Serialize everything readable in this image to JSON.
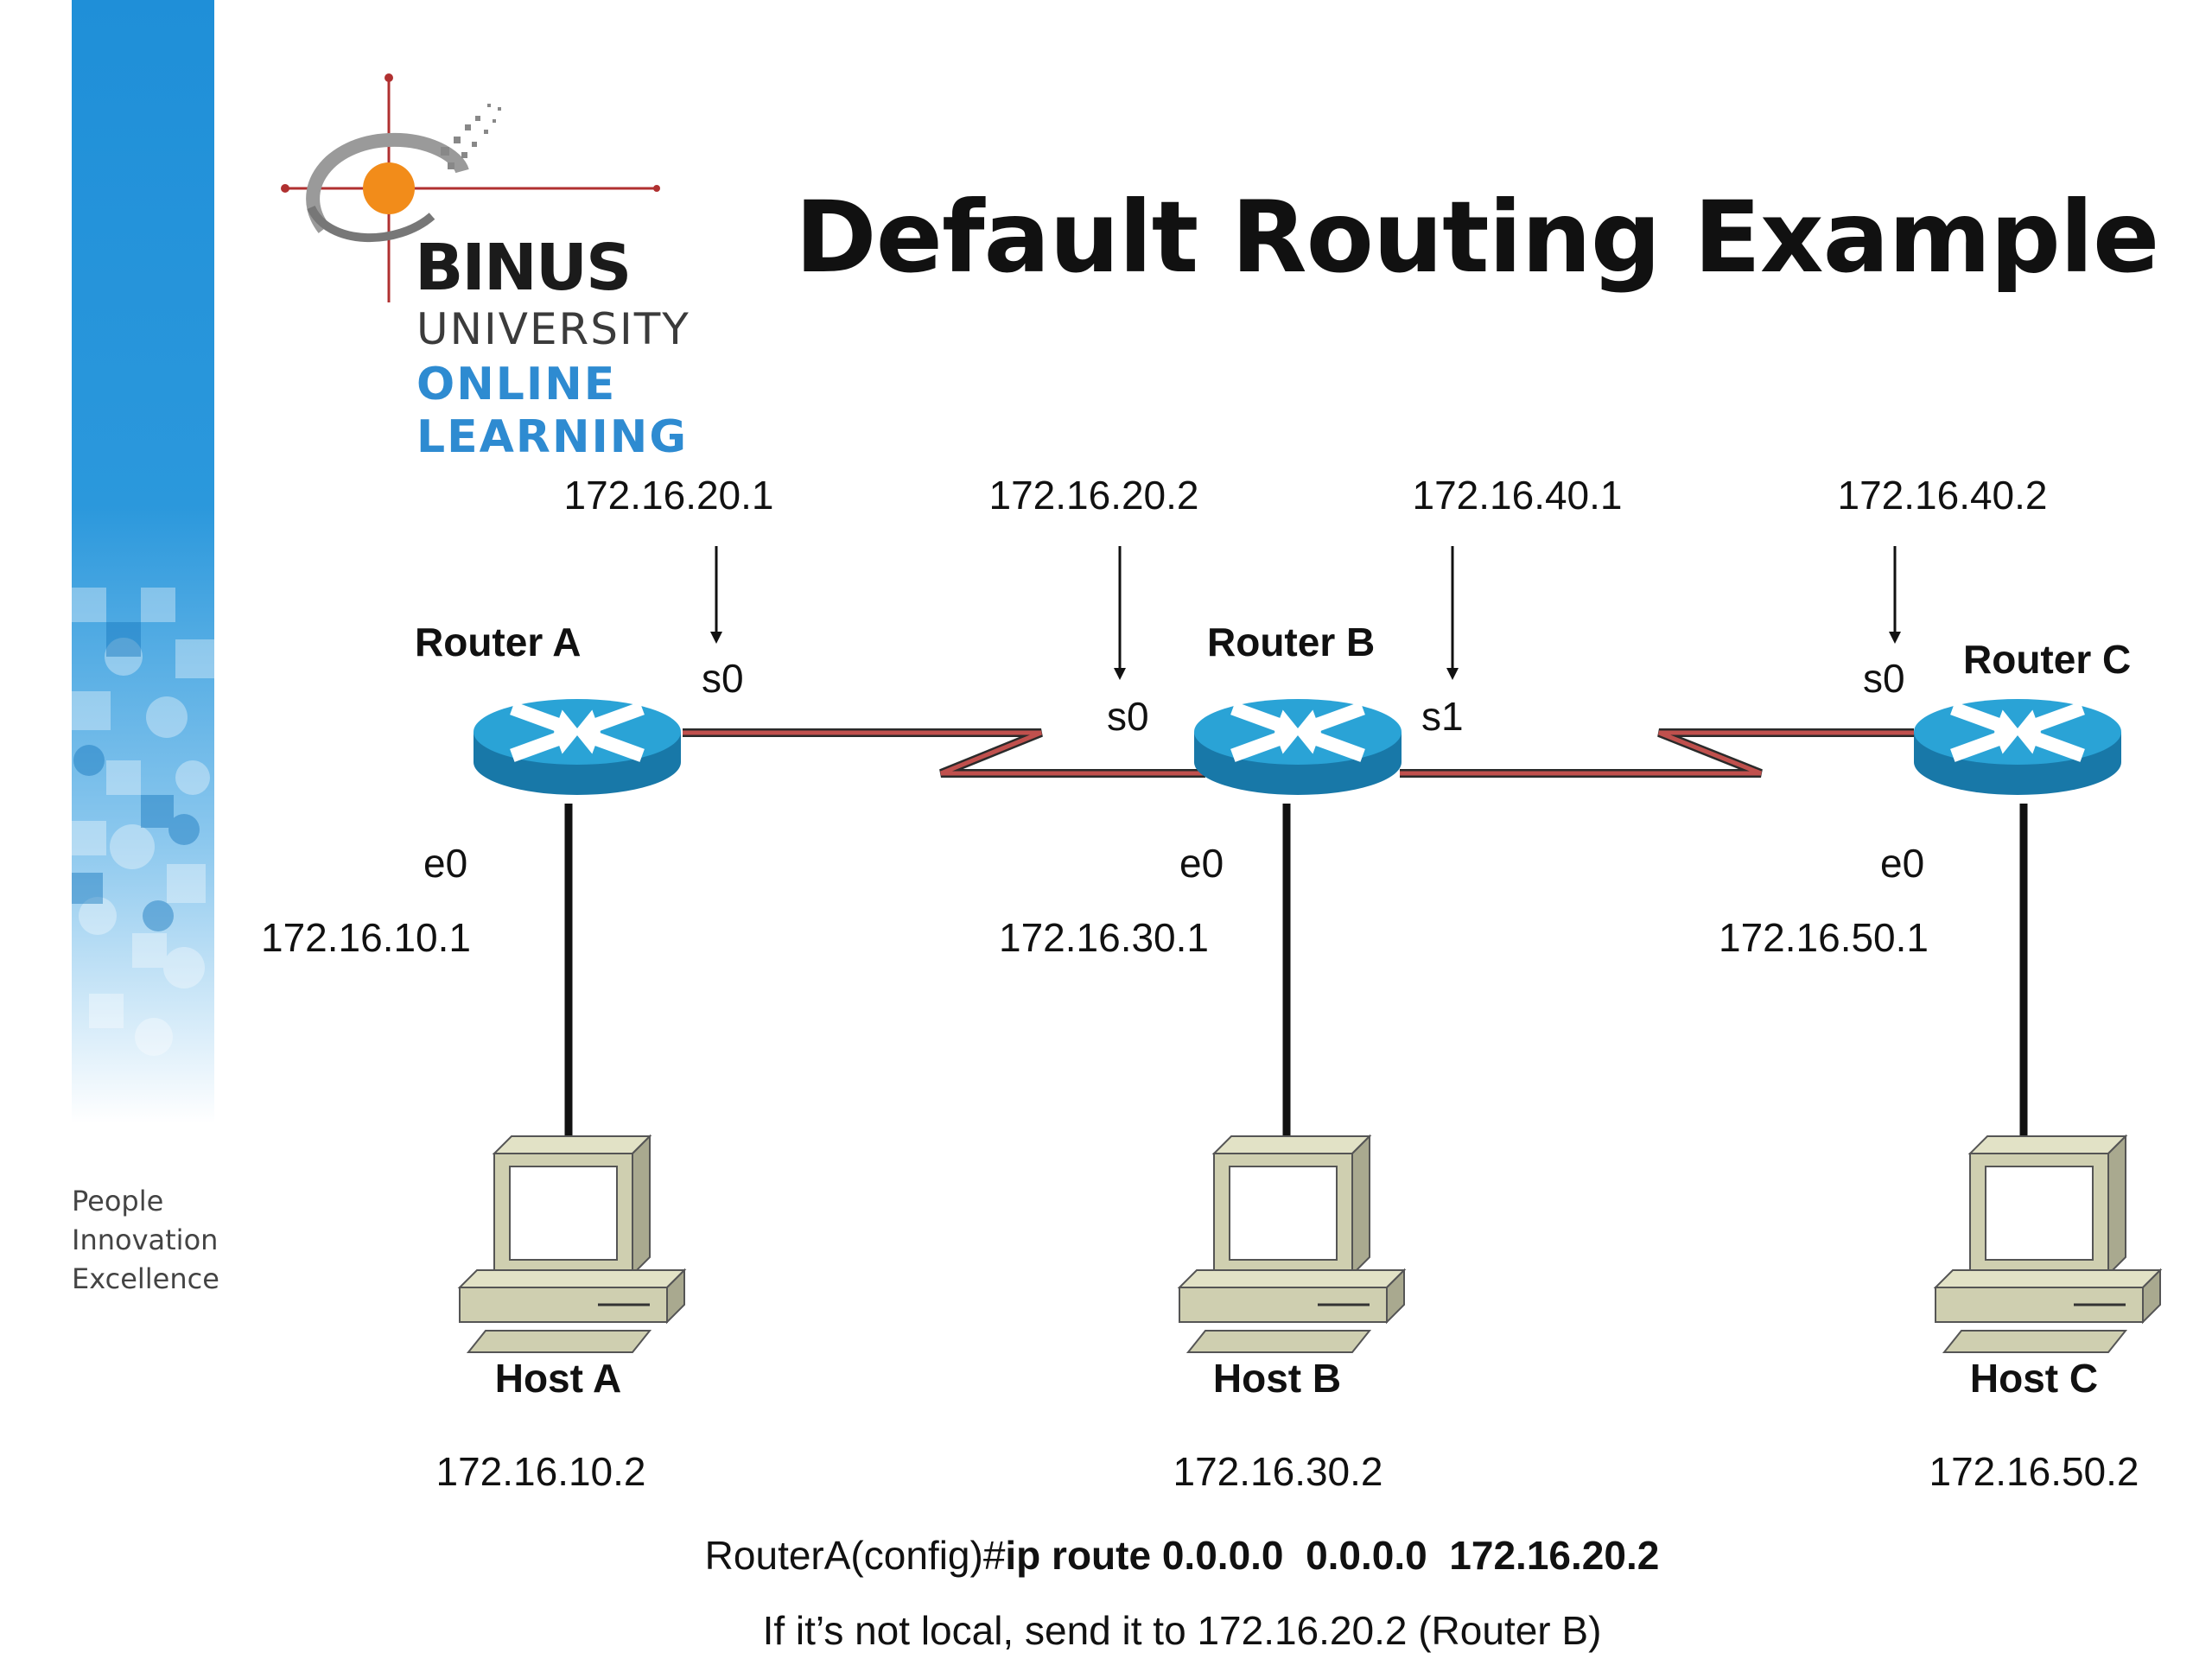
{
  "title": "Default Routing Example",
  "logo": {
    "name": "BINUS",
    "line2": "UNIVERSITY",
    "line3": "ONLINE",
    "line4": "LEARNING"
  },
  "tagline": [
    "People",
    "Innovation",
    "Excellence"
  ],
  "colors": {
    "sidebar_blue": "#1e90d6",
    "router_blue": "#1f8fbf",
    "serial_link": "#c0504d",
    "logo_orange": "#f28c1a",
    "logo_blue": "#2e8bd1"
  },
  "diagram": {
    "top_ips": [
      "172.16.20.1",
      "172.16.20.2",
      "172.16.40.1",
      "172.16.40.2"
    ],
    "routers": [
      {
        "name": "Router A",
        "serial_label": "s0",
        "eth_label": "e0",
        "eth_ip": "172.16.10.1",
        "icon": "router-icon"
      },
      {
        "name": "Router B",
        "serial_label": "s0",
        "serial_label_2": "s1",
        "eth_label": "e0",
        "eth_ip": "172.16.30.1",
        "icon": "router-icon"
      },
      {
        "name": "Router C",
        "serial_label": "s0",
        "eth_label": "e0",
        "eth_ip": "172.16.50.1",
        "icon": "router-icon"
      }
    ],
    "hosts": [
      {
        "name": "Host A",
        "ip": "172.16.10.2",
        "icon": "computer-icon"
      },
      {
        "name": "Host B",
        "ip": "172.16.30.2",
        "icon": "computer-icon"
      },
      {
        "name": "Host C",
        "ip": "172.16.50.2",
        "icon": "computer-icon"
      }
    ]
  },
  "command": {
    "prefix": "RouterA(config)#",
    "bold": "ip route 0.0.0.0  0.0.0.0  172.16.20.2"
  },
  "note": "If it’s not local, send it to 172.16.20.2 (Router B)"
}
